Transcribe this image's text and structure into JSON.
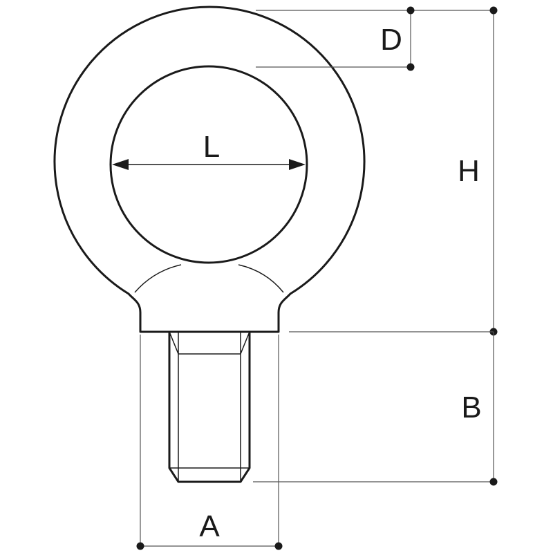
{
  "labels": {
    "d": "D",
    "l": "L",
    "h": "H",
    "b": "B",
    "a": "A"
  },
  "colors": {
    "stroke": "#1a1a1a",
    "dim_line": "#555555",
    "background": "#ffffff"
  }
}
